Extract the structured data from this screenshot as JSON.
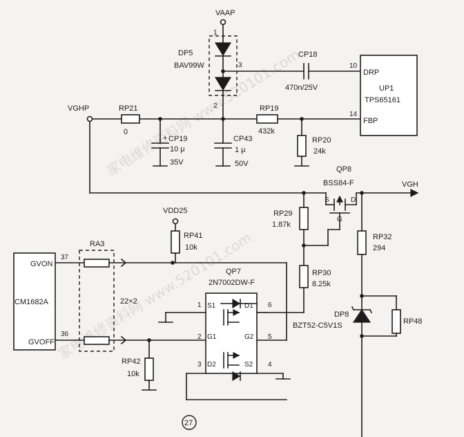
{
  "nets": {
    "vaap": "VAAP",
    "vghp": "VGHP",
    "vgh": "VGH",
    "vdd25": "VDD25"
  },
  "components": {
    "dp5": {
      "ref": "DP5",
      "value": "BAV99W",
      "pins": [
        "1",
        "2",
        "3"
      ]
    },
    "cp18": {
      "ref": "CP18",
      "value": "470n/25V"
    },
    "up1": {
      "ref": "UP1",
      "value": "TPS65161",
      "pins": [
        {
          "num": "10",
          "name": "DRP"
        },
        {
          "num": "14",
          "name": "FBP"
        }
      ]
    },
    "rp21": {
      "ref": "RP21",
      "value": "0"
    },
    "cp19": {
      "ref": "CP19",
      "value": "10 μ",
      "voltage": "35V",
      "polarity": "+"
    },
    "cp43": {
      "ref": "CP43",
      "value": "1 μ",
      "voltage": "50V"
    },
    "rp19": {
      "ref": "RP19",
      "value": "432k"
    },
    "rp20": {
      "ref": "RP20",
      "value": "24k"
    },
    "qp8": {
      "ref": "QP8",
      "value": "BSS84-F",
      "pins": [
        "S",
        "D",
        "G"
      ]
    },
    "rp29": {
      "ref": "RP29",
      "value": "1.87k"
    },
    "rp41": {
      "ref": "RP41",
      "value": "10k"
    },
    "rp32": {
      "ref": "RP32",
      "value": "294"
    },
    "cm1682a": {
      "ref": "CM1682A",
      "pins": [
        {
          "num": "37",
          "name": "GVON"
        },
        {
          "num": "36",
          "name": "GVOFF"
        }
      ]
    },
    "ra3": {
      "ref": "RA3",
      "value": "22×2"
    },
    "qp7": {
      "ref": "QP7",
      "value": "2N7002DW-F",
      "pins": [
        {
          "num": "1",
          "name": "S1"
        },
        {
          "num": "6",
          "name": "D1"
        },
        {
          "num": "2",
          "name": "G1"
        },
        {
          "num": "5",
          "name": "G2"
        },
        {
          "num": "3",
          "name": "D2"
        },
        {
          "num": "4",
          "name": "S2"
        }
      ]
    },
    "rp30": {
      "ref": "RP30",
      "value": "8.25k"
    },
    "dp8": {
      "ref": "DP8",
      "value": "BZT52-C5V1S"
    },
    "rp48": {
      "ref": "RP48"
    },
    "rp42": {
      "ref": "RP42",
      "value": "10k"
    }
  },
  "page_number": "27",
  "watermark": "家电维修资料网 www.520101.com"
}
